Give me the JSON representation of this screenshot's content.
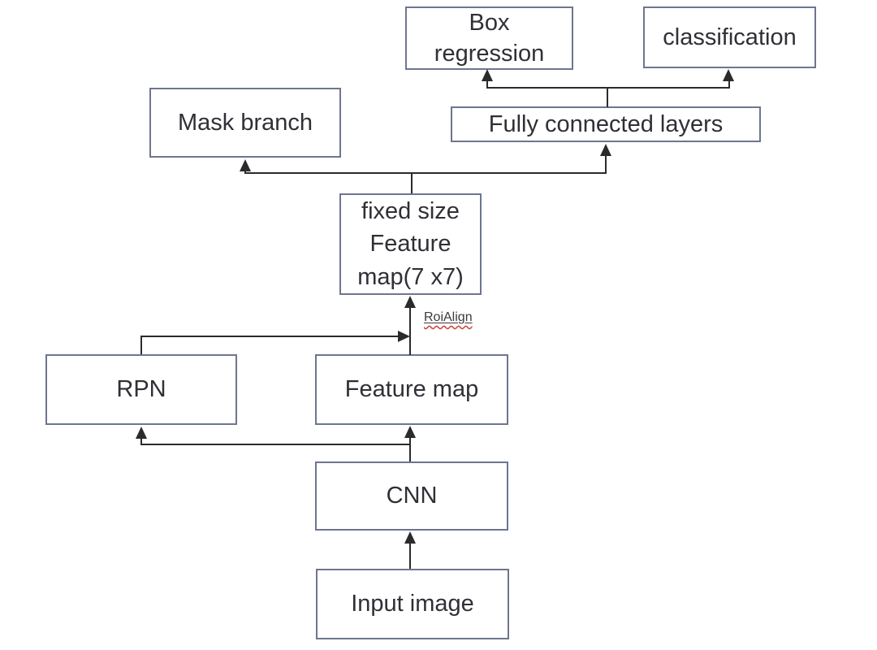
{
  "colors": {
    "line": "#2b2b2b",
    "box-border": "#6e7590",
    "box-fill": "#ffffff",
    "text": "#2f3036",
    "squiggle": "#d24a43",
    "page-bg": "#ffffff"
  },
  "diagram": {
    "nodes": {
      "box_regression": {
        "label": "Box\nregression"
      },
      "classification": {
        "label": "classification"
      },
      "mask_branch": {
        "label": "Mask branch"
      },
      "fully_connected_layers": {
        "label": "Fully connected layers"
      },
      "fixed_size_feature_map": {
        "label": "fixed size\nFeature\nmap(7 x7)"
      },
      "rpn": {
        "label": "RPN"
      },
      "feature_map": {
        "label": "Feature map"
      },
      "cnn": {
        "label": "CNN"
      },
      "input_image": {
        "label": "Input image"
      }
    },
    "annotations": {
      "roialign": {
        "label": "RoiAlign"
      }
    }
  }
}
